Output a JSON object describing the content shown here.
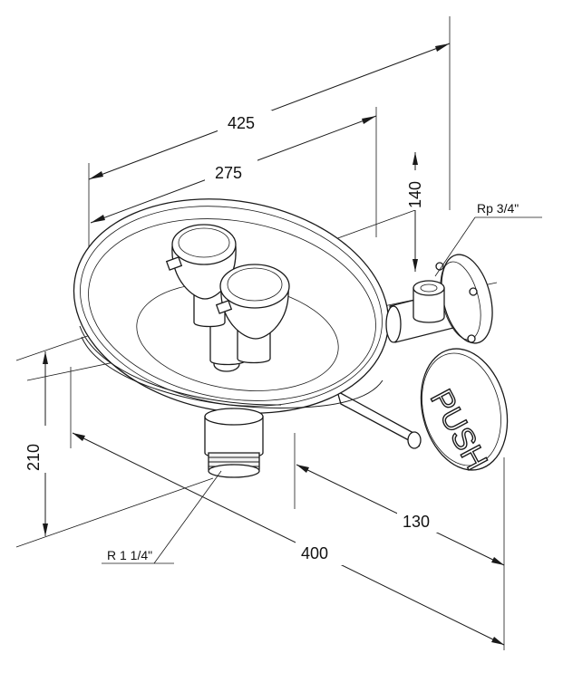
{
  "dimensions": {
    "overall_width": "425",
    "bowl_width": "275",
    "height_140": "140",
    "height_210": "210",
    "depth_400": "400",
    "offset_130": "130"
  },
  "labels": {
    "inlet_thread": "Rp 3/4\"",
    "drain_thread": "R 1 1/4\"",
    "push_plate": "PUSH"
  }
}
